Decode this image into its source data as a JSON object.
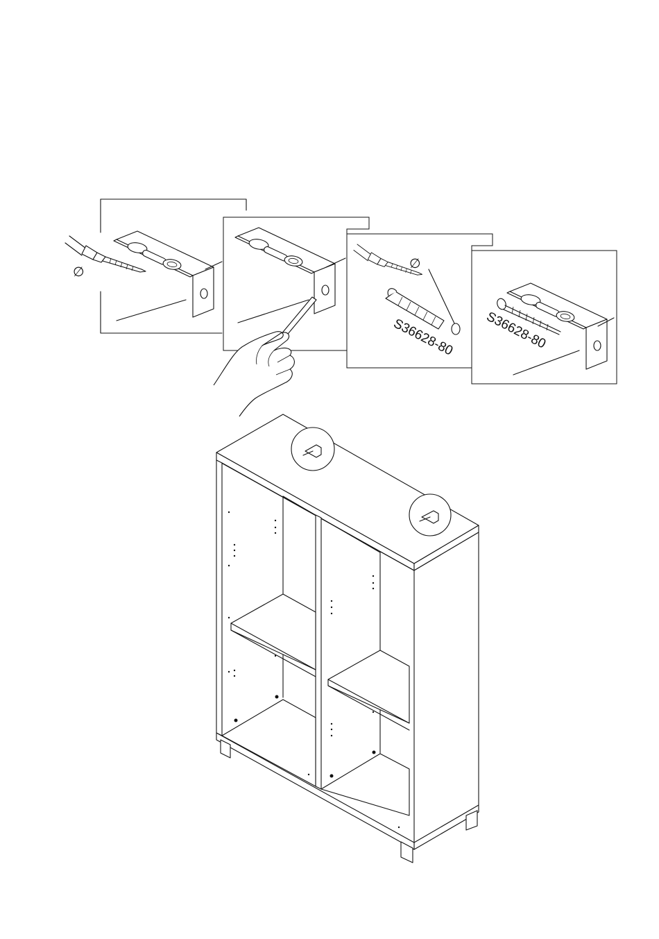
{
  "steps": [
    {
      "id": 1,
      "symbol": "∅"
    },
    {
      "id": 2
    },
    {
      "id": 3,
      "symbol": "∅",
      "part_code": "S36628-80"
    },
    {
      "id": 4,
      "part_code": "S36628-80"
    }
  ],
  "icons": [
    "drill-icon",
    "pencil-icon",
    "hand-icon",
    "wall-plug-icon",
    "screw-icon",
    "bracket-icon",
    "cabinet-icon"
  ]
}
